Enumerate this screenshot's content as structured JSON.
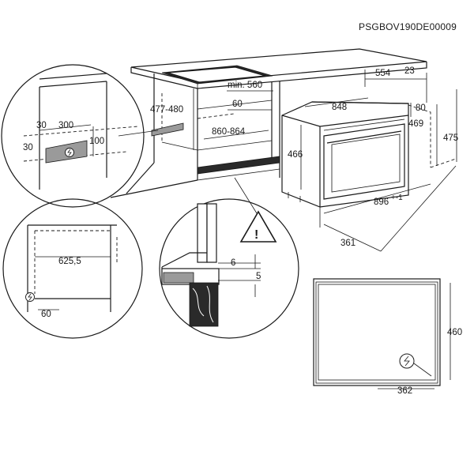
{
  "doc_code": "PSGBOV190DE00009",
  "warning_symbol": "!",
  "main_view": {
    "depth_cutout": "min. 560",
    "cutout_height": "477-480",
    "setback": "60",
    "cutout_width": "860-864",
    "oven_height": "466",
    "oven_depth": "554",
    "door_thickness": "23",
    "oven_width": "848",
    "top_offset": "80",
    "body_height": "469",
    "front_height": "475",
    "front_width": "896",
    "front_width_tolerance": "+-1",
    "side_depth": "361"
  },
  "detail_socket": {
    "offset_x": "30",
    "width": "300",
    "offset_y": "30",
    "height": "100"
  },
  "detail_cabinet": {
    "inner_width": "625,5",
    "bottom_gap": "60"
  },
  "detail_section": {
    "gap_upper": "6",
    "gap_lower": "5"
  },
  "rear_view": {
    "height": "460",
    "socket_offset": "362"
  },
  "icons": [
    "power-socket-icon",
    "warning-triangle-icon"
  ]
}
